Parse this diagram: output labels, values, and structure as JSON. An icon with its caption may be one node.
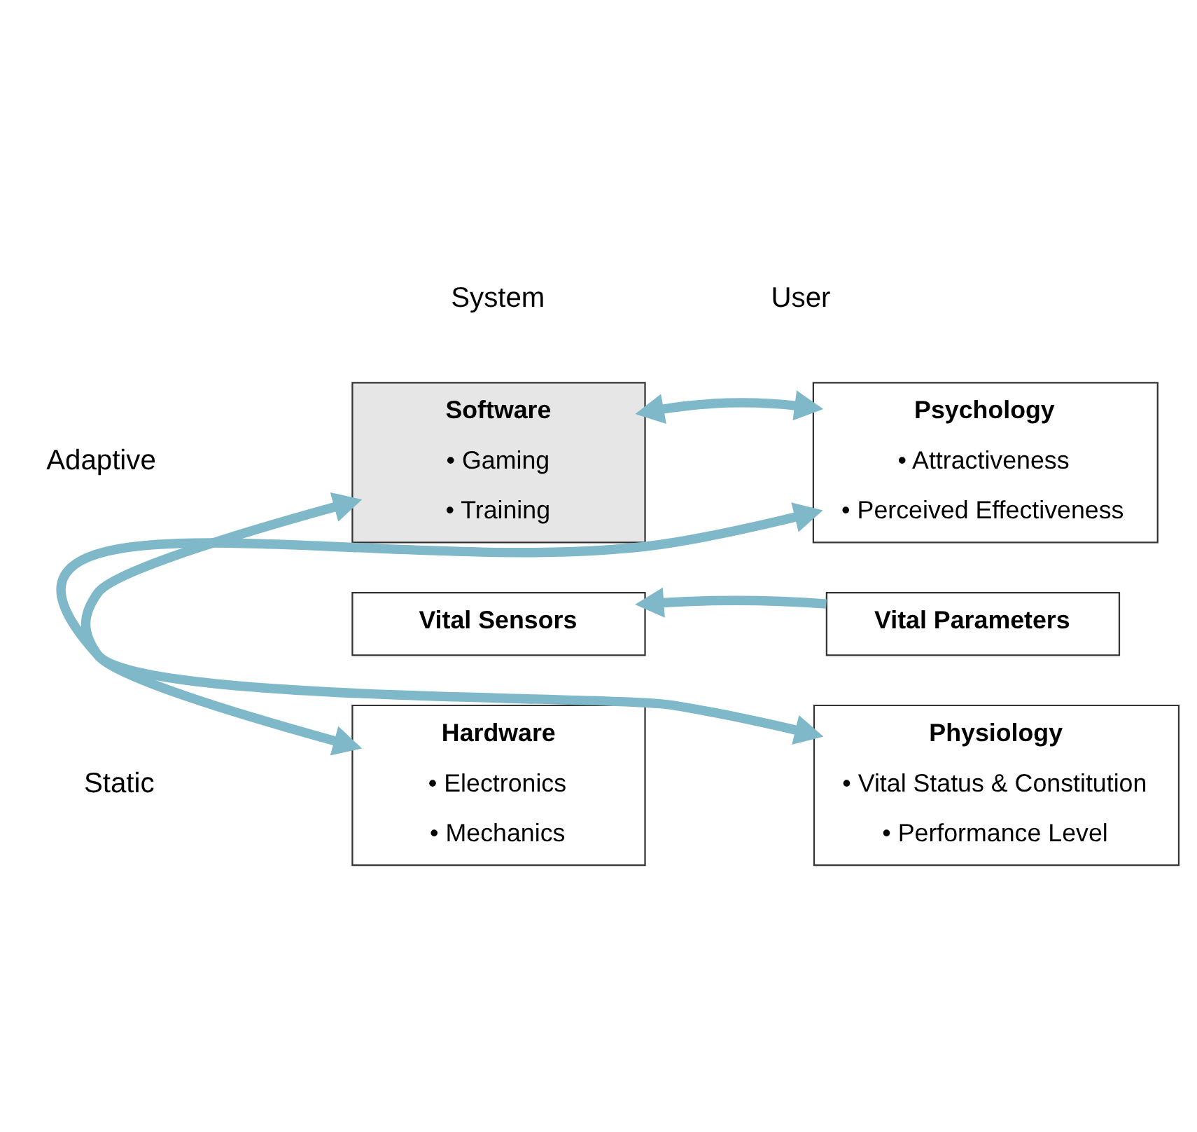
{
  "diagram": {
    "nodes": [
      {
        "text": [
          "Software",
          "• Gaming",
          "• Training"
        ]
      },
      {
        "text": [
          "Psychology",
          "• Attractiveness",
          "• Perceived Effectiveness"
        ]
      },
      {
        "text": [
          "Vital Sensors"
        ]
      },
      {
        "text": [
          "Vital Parameters"
        ]
      },
      {
        "text": [
          "Hardware",
          "• Electronics",
          "• Mechanics"
        ]
      },
      {
        "text": [
          "Physiology",
          "• Vital Status & Constitution",
          "• Performance Level"
        ]
      }
    ],
    "edges": [
      {
        "from": 0,
        "to": 1,
        "arrow": "both"
      },
      {
        "from": 3,
        "to": 2,
        "arrow": "to"
      },
      {
        "from": 0,
        "to": 4,
        "arrow": "both"
      },
      {
        "from": 1,
        "to": 5,
        "arrow": "both"
      }
    ],
    "labels": [
      "System",
      "User",
      "Adaptive",
      "Static"
    ]
  }
}
